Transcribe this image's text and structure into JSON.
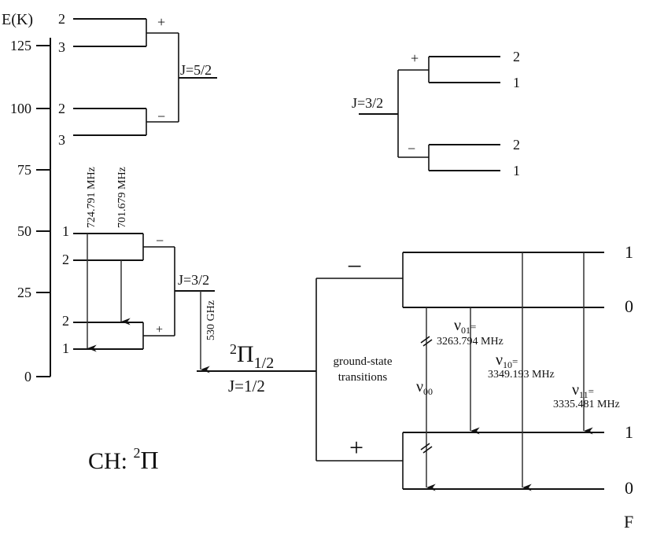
{
  "axis": {
    "title": "E(K)",
    "ticks": [
      "125",
      "100",
      "75",
      "50",
      "25",
      "0"
    ]
  },
  "upper_j52": {
    "label": "J=5/2",
    "plus_sign": "+",
    "minus_sign": "−",
    "plus_levels": [
      "2",
      "3"
    ],
    "minus_levels": [
      "2",
      "3"
    ]
  },
  "upper_j32": {
    "label": "J=3/2",
    "plus_sign": "+",
    "minus_sign": "−",
    "plus_levels": [
      "2",
      "1"
    ],
    "minus_levels": [
      "2",
      "1"
    ]
  },
  "lower_j32": {
    "label": "J=3/2",
    "minus_sign": "−",
    "plus_sign": "+",
    "minus_levels": [
      "1",
      "2"
    ],
    "plus_levels": [
      "2",
      "1"
    ],
    "freq_a": "724.791 MHz",
    "freq_b": "701.679 MHz",
    "freq_c": "530 GHz"
  },
  "ground": {
    "state_term": "Π",
    "state_sup": "2",
    "state_sub": "1/2",
    "j_label": "J=1/2",
    "minus_sign": "−",
    "plus_sign": "+",
    "transitions_line1": "ground-state",
    "transitions_line2": "transitions",
    "minus_F": [
      "1",
      "0"
    ],
    "plus_F": [
      "1",
      "0"
    ],
    "F_label": "F",
    "v00": "ν",
    "v00_sub": "00",
    "v01": "ν",
    "v01_sub": "01",
    "v01_val": "3263.794 MHz",
    "v10": "ν",
    "v10_sub": "10",
    "v10_val": "3349.193 MHz",
    "v11": "ν",
    "v11_sub": "11",
    "v11_val": "3335.481 MHz",
    "eq": "="
  },
  "molecule": {
    "name": "CH: ",
    "sup": "2",
    "term": "Π"
  }
}
